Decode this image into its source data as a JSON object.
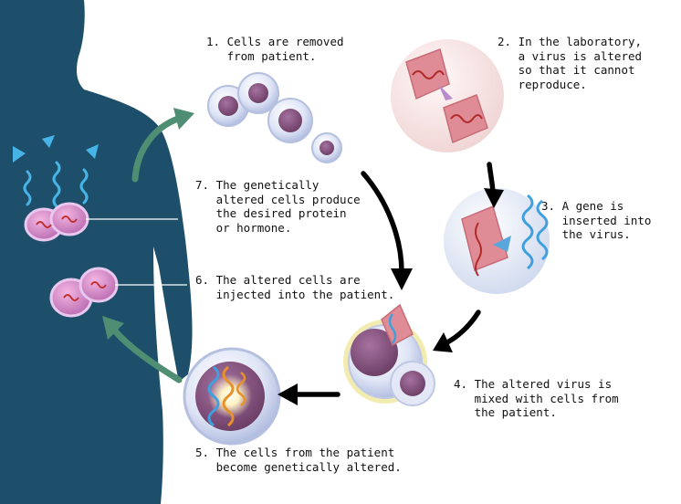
{
  "steps": [
    {
      "id": 1,
      "text": "1. Cells are removed\n   from patient."
    },
    {
      "id": 2,
      "text": "2. In the laboratory,\n   a virus is altered\n   so that it cannot\n   reproduce."
    },
    {
      "id": 3,
      "text": "3. A gene is\n   inserted into\n   the virus."
    },
    {
      "id": 4,
      "text": "4. The altered virus is\n   mixed with cells from\n   the patient."
    },
    {
      "id": 5,
      "text": "5. The cells from the patient\n   become genetically altered."
    },
    {
      "id": 6,
      "text": "6. The altered cells are\n   injected into the patient."
    },
    {
      "id": 7,
      "text": "7. The genetically\n   altered cells produce\n   the desired protein\n   or hormone."
    }
  ],
  "colors": {
    "body": "#1d4f6a",
    "cell_membrane": "#c9d4ee",
    "cell_nucleus": "#7a4a72",
    "virus": "#e08c96",
    "dna": "#3fa0e0",
    "arrow_main": "#000000",
    "arrow_green": "#4f8e72",
    "hormone": "#46b4e6"
  }
}
